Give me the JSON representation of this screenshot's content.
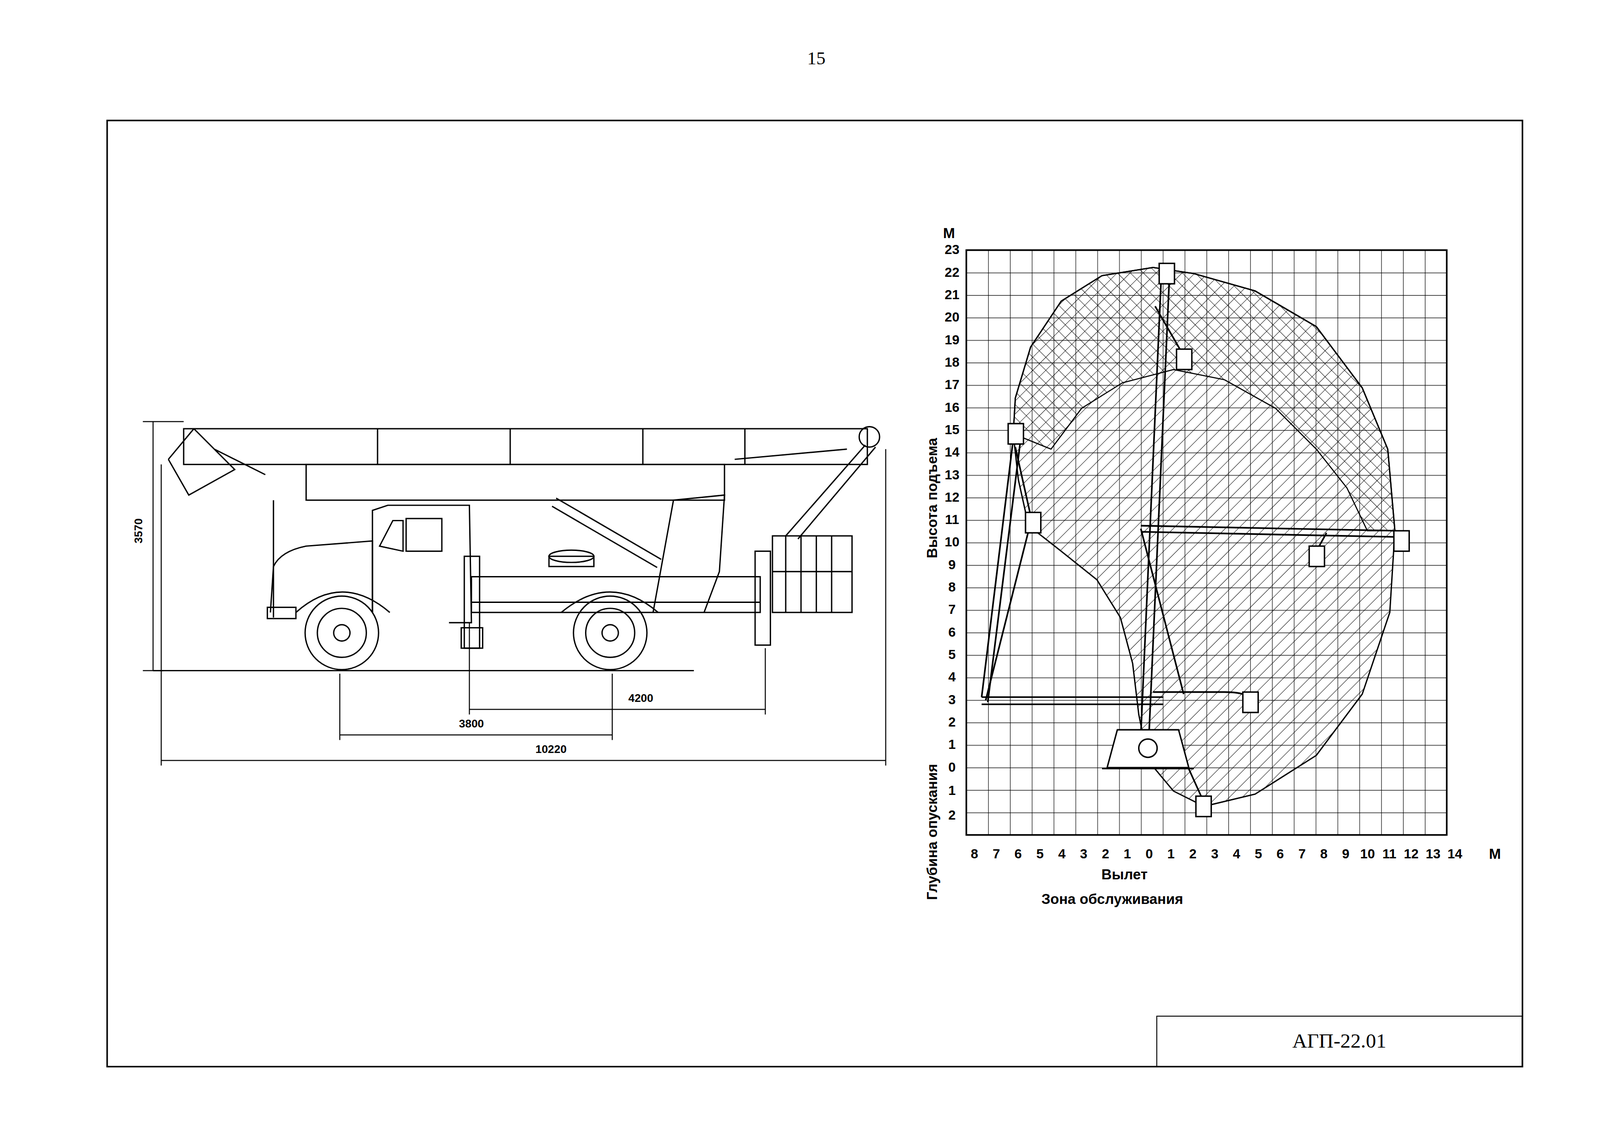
{
  "diagram": {
    "nodes": [
      {
        "text": [
          "АГП-22.01"
        ]
      }
    ],
    "labels": [
      "15",
      "3570",
      "4200",
      "3800",
      "10220",
      "М",
      "23",
      "22",
      "21",
      "20",
      "19",
      "18",
      "17",
      "16",
      "15",
      "14",
      "13",
      "12",
      "11",
      "10",
      "9",
      "8",
      "7",
      "6",
      "5",
      "4",
      "3",
      "2",
      "1",
      "0",
      "1",
      "2",
      "Высота подъема",
      "Глубина опускания",
      "8",
      "7",
      "6",
      "5",
      "4",
      "3",
      "2",
      "1",
      "0",
      "1",
      "2",
      "3",
      "4",
      "5",
      "6",
      "7",
      "8",
      "9",
      "10",
      "11",
      "12",
      "13",
      "14",
      "М",
      "Вылет",
      "Зона обслуживания"
    ]
  }
}
